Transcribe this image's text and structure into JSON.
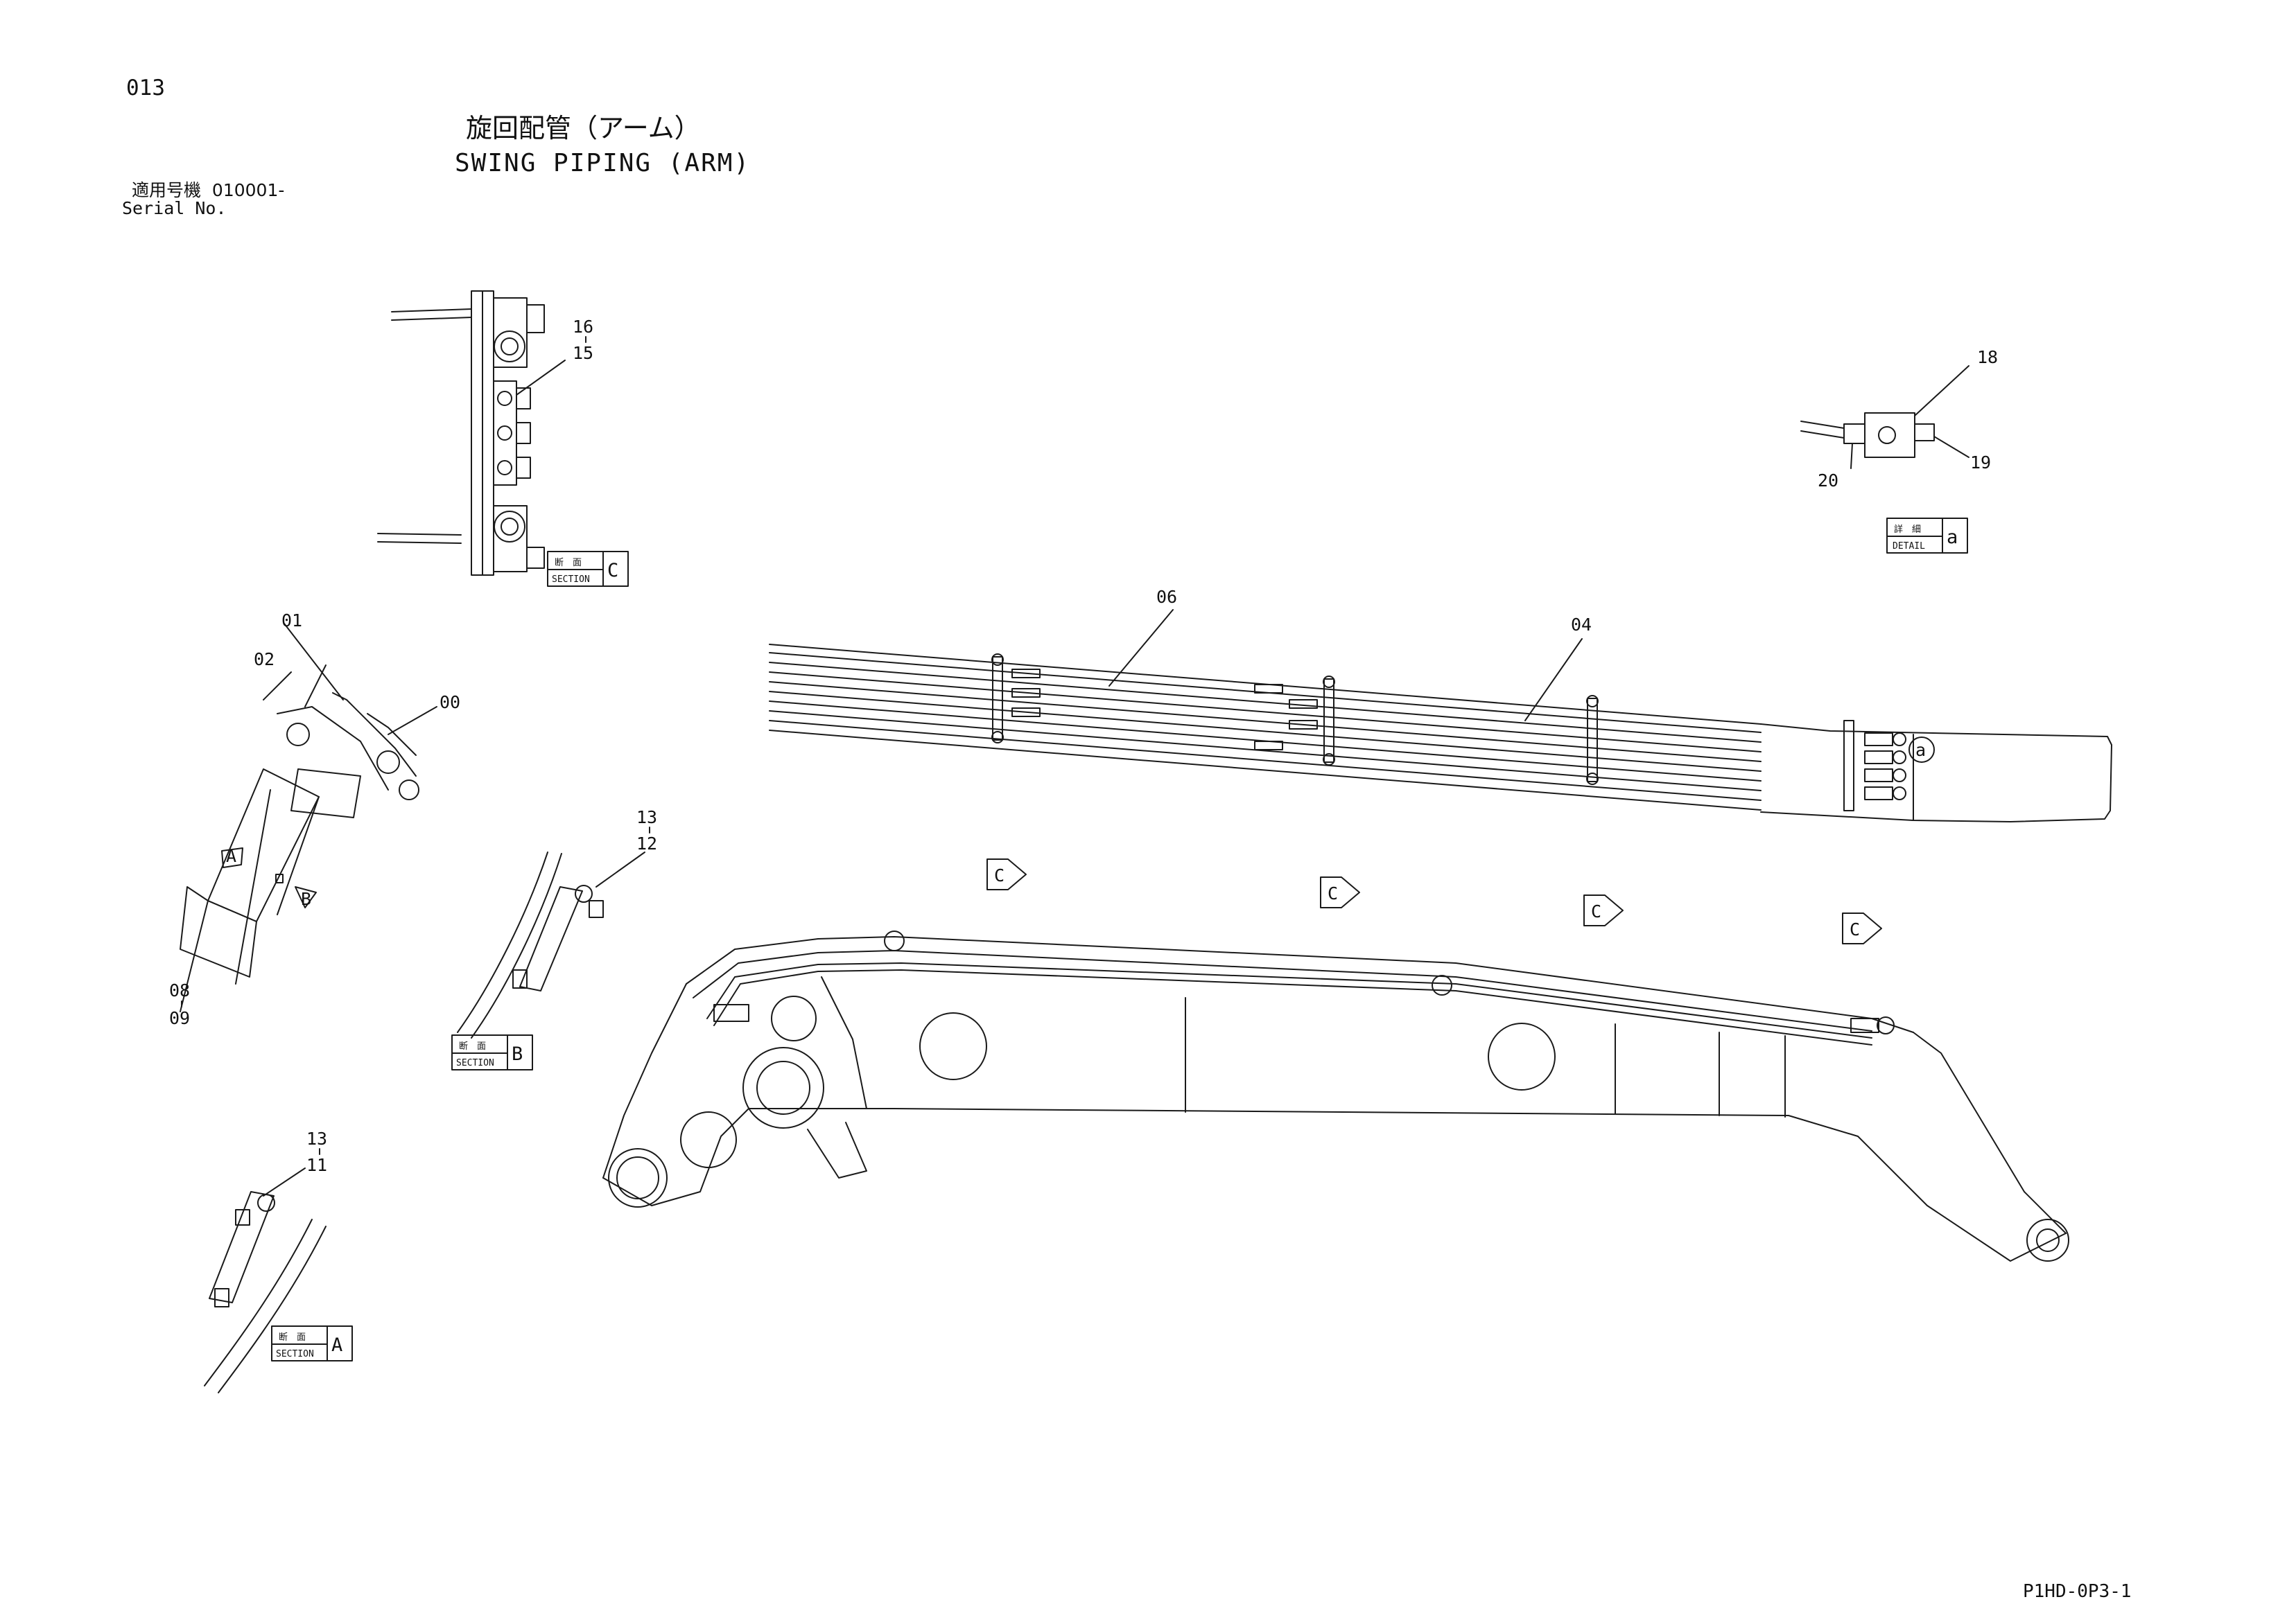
{
  "header": {
    "page_number": "013",
    "title_jp": "旋回配管（アーム）",
    "title_en": "SWING PIPING (ARM)",
    "serial_label_jp": "適用号機",
    "serial_value": "010001-",
    "serial_label_en": "Serial No."
  },
  "footer": {
    "drawing_code": "P1HD-0P3-1"
  },
  "part_labels": {
    "p00": "00",
    "p01": "01",
    "p02": "02",
    "p04": "04",
    "p06": "06",
    "p08": "08",
    "p09": "09",
    "p11": "11",
    "p12": "12",
    "p13a": "13",
    "p13b": "13",
    "p15": "15",
    "p16": "16",
    "p18": "18",
    "p19": "19",
    "p20": "20"
  },
  "tags": {
    "section_c": {
      "jp": "断　面",
      "en": "SECTION",
      "letter": "C"
    },
    "section_b": {
      "jp": "断　面",
      "en": "SECTION",
      "letter": "B"
    },
    "section_a": {
      "jp": "断　面",
      "en": "SECTION",
      "letter": "A"
    },
    "detail_a": {
      "jp": "詳　細",
      "en": "DETAIL",
      "letter": "a"
    }
  },
  "markers": {
    "view_a": "A",
    "view_b": "B",
    "c1": "C",
    "c2": "C",
    "c3": "C",
    "c4": "C",
    "detail_ref": "a"
  }
}
